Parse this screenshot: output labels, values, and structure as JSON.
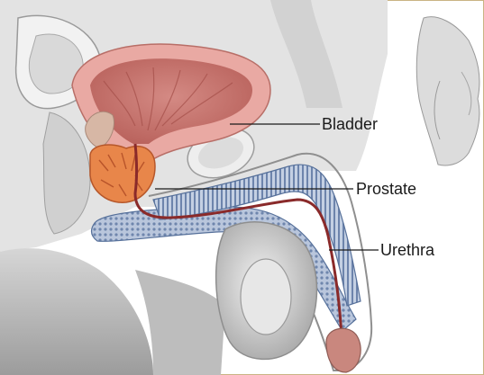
{
  "figure": {
    "kind": "anatomical illustration",
    "subject": "male reproductive and urinary anatomy, sagittal cross-section"
  },
  "labels": {
    "bladder": "Bladder",
    "prostate": "Prostate",
    "urethra": "Urethra"
  },
  "colors": {
    "frame": "#c9b483",
    "bladder_wall": "#e9a9a3",
    "bladder_lumen": "#c77a74",
    "prostate": "#e8864a",
    "urethra": "#8a2a2a",
    "erectile_tissue": "#9fb0cc",
    "leader_line": "#1a1a1a",
    "tissue_gray": "#c8c8c8"
  },
  "icons": {
    "inset": "body-silhouette-icon"
  }
}
